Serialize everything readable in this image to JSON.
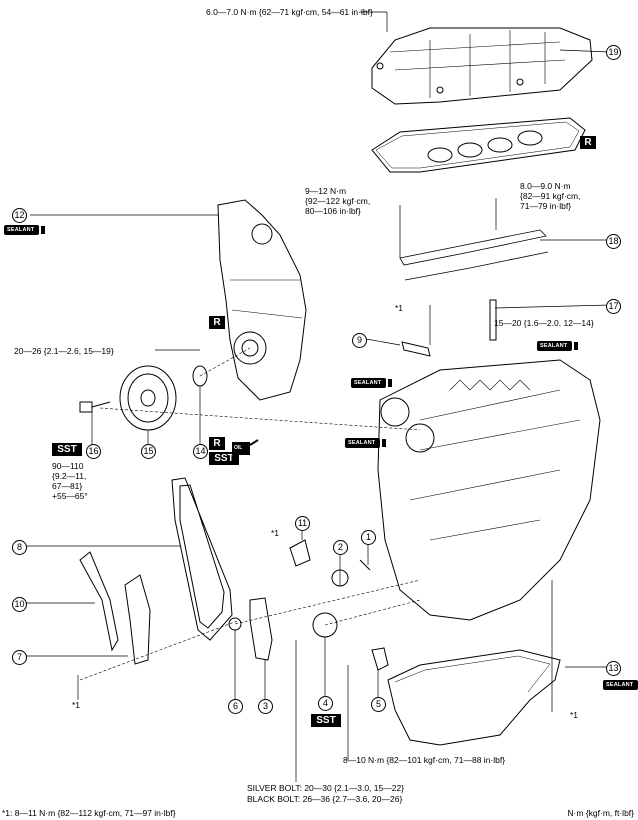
{
  "callouts": [
    "1",
    "2",
    "3",
    "4",
    "5",
    "6",
    "7",
    "8",
    "9",
    "10",
    "11",
    "12",
    "13",
    "14",
    "15",
    "16",
    "17",
    "18",
    "19"
  ],
  "badges": {
    "r": "R",
    "sst": "SST",
    "sealant": "SEALANT",
    "oil": "OIL"
  },
  "torques": {
    "t19": "6.0—7.0 N·m {62—71 kgf·cm, 54—61 in·lbf}",
    "t18a": [
      "9—12 N·m",
      "{92—122 kgf·cm,",
      "80—106 in·lbf}"
    ],
    "t18b": [
      "8.0—9.0 N·m",
      "{82—91 kgf·cm,",
      "71—79 in·lbf}"
    ],
    "t17": "15—20 {1.6—2.0, 12—14}",
    "t12": "20—26 {2.1—2.6, 15—19}",
    "t16": [
      "90—110",
      "{9.2—11,",
      "67—81}",
      "+55—65°"
    ],
    "t5": "8—10 N·m {82—101 kgf·cm, 71—88 in·lbf}",
    "t4": [
      "SILVER BOLT: 20—30 {2.1—3.0, 15—22}",
      "BLACK BOLT: 26—36 {2.7—3.6, 20—26}"
    ],
    "star1": "*1"
  },
  "footer": {
    "left": "*1: 8—11 N·m {82—112 kgf·cm, 71—97 in·lbf}",
    "right": "N·m {kgf·m, ft·lbf}"
  }
}
